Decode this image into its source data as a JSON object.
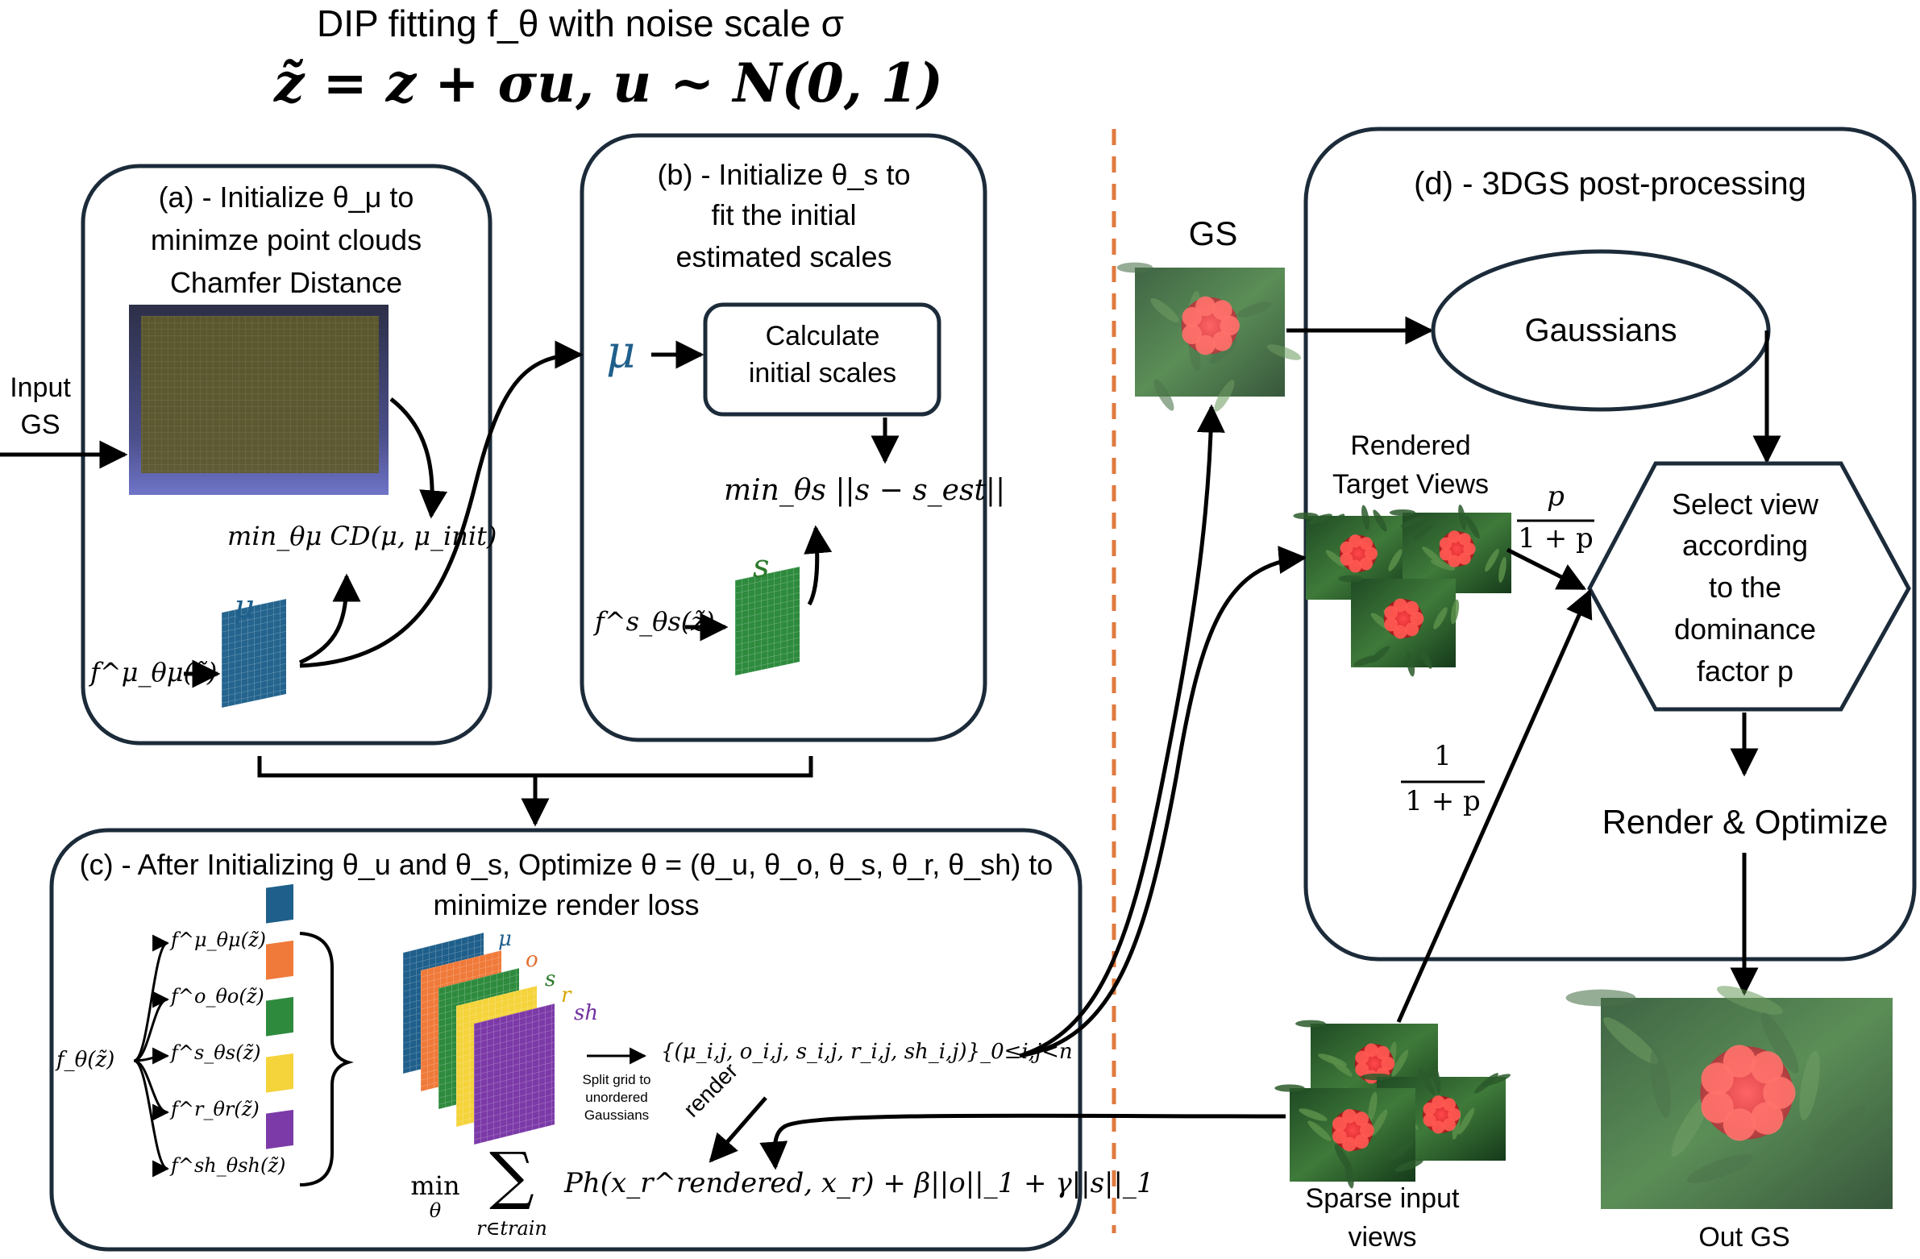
{
  "header": {
    "title": "DIP fitting  f_θ with noise scale σ",
    "equation": "z̃ = z + σu, u ~ N(0, 1)"
  },
  "panel_a": {
    "title_l1": "(a) - Initialize θ_μ to",
    "title_l2": "minimze point clouds",
    "title_l3": "Chamfer Distance",
    "objective": "min_θμ CD(μ, μ_init)",
    "func": "f^μ_θμ(z̃)",
    "grid_label": "μ"
  },
  "input_label_l1": "Input",
  "input_label_l2": "GS",
  "panel_b": {
    "title_l1": "(b) - Initialize θ_s to",
    "title_l2": "fit the initial",
    "title_l3": "estimated scales",
    "mu": "μ",
    "calc_l1": "Calculate",
    "calc_l2": "initial scales",
    "objective": "min_θs ||s − s_est||",
    "func": "f^s_θs(z̃)",
    "grid_label": "s"
  },
  "panel_c": {
    "title_l1": "(c) - After Initializing θ_u and θ_s, Optimize θ = (θ_u, θ_o, θ_s, θ_r, θ_sh) to",
    "title_l2": "minimize render loss",
    "root_func": "f_θ(z̃)",
    "branch_funcs": [
      "f^μ_θμ(z̃)",
      "f^o_θo(z̃)",
      "f^s_θs(z̃)",
      "f^r_θr(z̃)",
      "f^sh_θsh(z̃)"
    ],
    "stack_labels": [
      "μ",
      "o",
      "s",
      "r",
      "sh"
    ],
    "split_note_l1": "Split grid to",
    "split_note_l2": "unordered",
    "split_note_l3": "Gaussians",
    "set_expr": "{(μ_i,j, o_i,j, s_i,j, r_i,j, sh_i,j)}_0≤i,j<n",
    "render_label": "render",
    "loss_min": "min",
    "loss_theta": "θ",
    "loss_sum_sub": "r∈train",
    "loss_expr": "Ph(x_r^rendered, x_r) + β||o||_1 + γ||s||_1"
  },
  "right": {
    "gs_label": "GS",
    "rendered_l1": "Rendered",
    "rendered_l2": "Target Views",
    "p_num": "p",
    "p_den": "1 + p",
    "one_num": "1",
    "one_den": "1 + p",
    "sparse_l1": "Sparse input",
    "sparse_l2": "views",
    "out_label": "Out GS"
  },
  "panel_d": {
    "title": "(d) - 3DGS post-processing",
    "gaussians": "Gaussians",
    "select_l1": "Select view",
    "select_l2": "according",
    "select_l3": "to the",
    "select_l4": "dominance",
    "select_l5": "factor p",
    "render_opt": "Render & Optimize"
  },
  "colors": {
    "mu": "#1f5f8b",
    "o": "#f07a3a",
    "s": "#2e8b3e",
    "r": "#f5d33a",
    "sh": "#7c3aa8",
    "divider": "#e07a3f"
  }
}
